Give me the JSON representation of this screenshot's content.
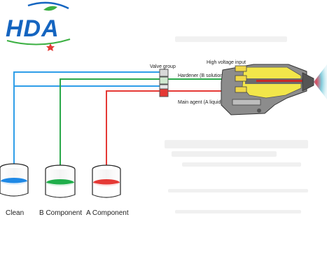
{
  "logo": {
    "text": "HDA"
  },
  "labels": {
    "valve_group": "Valve group",
    "high_voltage_input": "High voltage input",
    "hardener": "Hardener (B solution)",
    "main_agent": "Main agent (A liquid)"
  },
  "containers": [
    {
      "label": "Clean",
      "liquid_color": "#1e88e5"
    },
    {
      "label": "B Component",
      "liquid_color": "#1fae4a"
    },
    {
      "label": "A Component",
      "liquid_color": "#e53935"
    }
  ],
  "lines": {
    "clean_color": "#2f9ee8",
    "b_color": "#2aa84a",
    "a_color": "#e53935"
  },
  "logo_colors": {
    "blue": "#1565c0",
    "green": "#3cb043",
    "red": "#e53935"
  }
}
